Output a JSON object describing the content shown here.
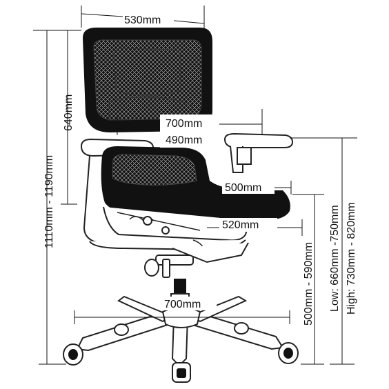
{
  "diagram": {
    "dimensions": {
      "back_width": "530mm",
      "back_height": "640mm",
      "overall_height": "1110mm - 1190mm",
      "arm_span": "700mm",
      "arm_depth": "490mm",
      "seat_width": "500mm",
      "seat_depth": "520mm",
      "seat_height": "500mm - 590mm",
      "arm_height_low": "Low: 660mm -750mm",
      "arm_height_high": "High: 730mm - 820mm",
      "base_width": "700mm"
    },
    "colors": {
      "ink": "#111111",
      "frame": "#ffffff"
    }
  }
}
